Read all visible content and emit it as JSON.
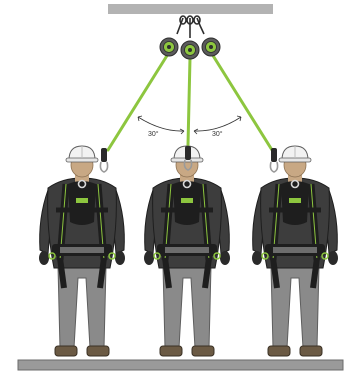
{
  "diagram": {
    "angle_left": "30°",
    "angle_right": "30°",
    "workers": [
      {
        "name": "worker-left"
      },
      {
        "name": "worker-center"
      },
      {
        "name": "worker-right"
      }
    ],
    "colors": {
      "anchor_beam": "#b3b3b3",
      "lifeline": "#8dc63f",
      "harness": "#1e1e1e",
      "harness_accent": "#8dc63f",
      "shirt": "#3d3d3d",
      "pants": "#8a8a8a",
      "helmet": "#f2f2f2",
      "skin": "#c8a884",
      "floor": "#9a9a9a",
      "srl_housing": "#5b5b5b"
    },
    "icons": {
      "srl": "self-retracting-lifeline-icon",
      "hook": "snap-hook-icon"
    }
  }
}
